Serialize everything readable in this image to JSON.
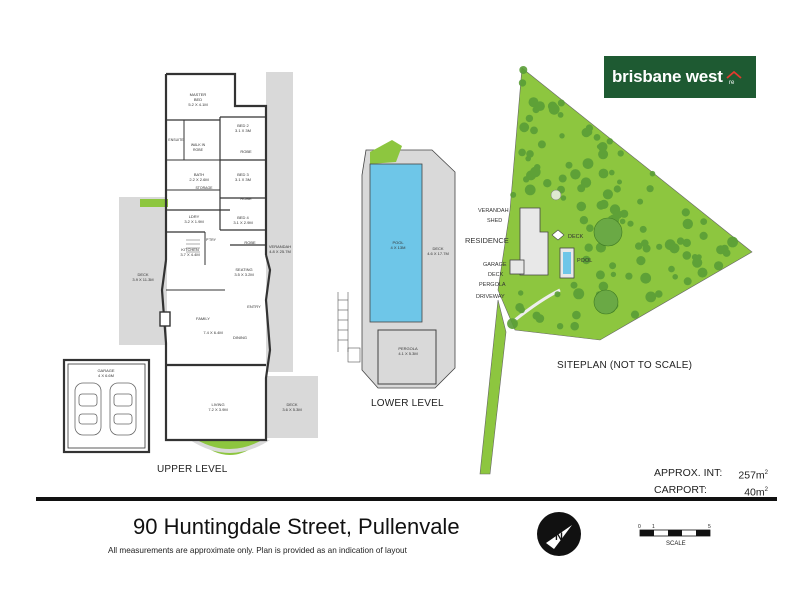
{
  "brand": {
    "name": "brisbane west",
    "mark": "re",
    "bg_color": "#1e5a32"
  },
  "upper_level": {
    "caption": "UPPER LEVEL",
    "rooms": {
      "master": [
        "MASTER",
        "BED",
        "5.2 x 4.1m"
      ],
      "bed2": [
        "BED 2",
        "3.1 x 3m"
      ],
      "bed3": [
        "BED 3",
        "3.1 x 3m"
      ],
      "bed4": [
        "BED 4",
        "3.1 x 2.9m"
      ],
      "robe1": "ROBE",
      "robe2": "ROBE",
      "robe3": "ROBE",
      "ensuite": "ENSUITE",
      "walk_in_robe": [
        "WALK IN",
        "ROBE"
      ],
      "bath": [
        "BATH",
        "2.2 x 2.6m"
      ],
      "storage": "STORAGE",
      "laundry": [
        "LDRY",
        "3.2 x 1.9m"
      ],
      "kitchen": [
        "KITCHEN",
        "3.7 x 4.4m"
      ],
      "pantry": "P'TRY",
      "deck_side": [
        "DECK",
        "3.9 x 11.3m"
      ],
      "seating": [
        "SEATING",
        "3.5 x 3.2m"
      ],
      "verandah": [
        "VERANDAH",
        "4.8 x 25.7m"
      ],
      "entry": "ENTRY",
      "family": [
        "FAMILY",
        "7.4 x 6.4m"
      ],
      "dining": "DINING",
      "garage": [
        "GARAGE",
        "4 x 6.6m"
      ],
      "living": [
        "LIVING",
        "7.2 x 3.9m"
      ],
      "deck_front": [
        "DECK",
        "3.6 x 5.3m"
      ]
    }
  },
  "lower_level": {
    "caption": "LOWER LEVEL",
    "rooms": {
      "pool": [
        "POOL",
        "4 x 13m"
      ],
      "deck": [
        "DECK",
        "4.6 x 17.7m"
      ],
      "pergola": [
        "PERGOLA",
        "4.1 x 5.3m"
      ]
    }
  },
  "siteplan": {
    "caption": "SITEPLAN (NOT TO SCALE)",
    "labels": {
      "verandah": "VERANDAH",
      "shed": "SHED",
      "residence": "RESIDENCE",
      "garage": "GARAGE",
      "deck": "DECK",
      "pergola": "PERGOLA",
      "driveway": "DRIVEWAY",
      "deck_right": "DECK",
      "pool": "POOL"
    }
  },
  "areas": [
    {
      "label": "APPROX. INT:",
      "value": "257m",
      "sup": "2"
    },
    {
      "label": "CARPORT:",
      "value": "40m",
      "sup": "2"
    }
  ],
  "address": "90 Huntingdale Street, Pullenvale",
  "disclaimer": "All measurements are approximate only. Plan is provided as an indication of layout",
  "north": "N",
  "scale": {
    "label": "SCALE",
    "ticks": [
      "0",
      "1",
      "5"
    ]
  },
  "colors": {
    "grass": "#8dc63f",
    "pool": "#6ec6e8",
    "deck": "#d9d9d9",
    "wall": "#333333"
  }
}
